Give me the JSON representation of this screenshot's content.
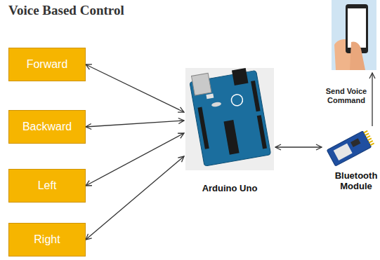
{
  "diagram": {
    "title": "Voice Based Control",
    "nodes": [
      {
        "text": [
          "Forward"
        ]
      },
      {
        "text": [
          "Backward"
        ]
      },
      {
        "text": [
          "Left"
        ]
      },
      {
        "text": [
          "Right"
        ]
      },
      {
        "text": [
          "Arduino Uno"
        ]
      },
      {
        "text": [
          "Bluetooth Module"
        ]
      }
    ],
    "edges": [
      {
        "from": 0,
        "to": 4,
        "arrow": "both"
      },
      {
        "from": 1,
        "to": 4,
        "arrow": "both"
      },
      {
        "from": 2,
        "to": 4,
        "arrow": "both"
      },
      {
        "from": 3,
        "to": 4,
        "arrow": "both"
      },
      {
        "from": 4,
        "to": 5,
        "arrow": "both"
      }
    ],
    "labels": [
      "Send Voice Command"
    ]
  }
}
